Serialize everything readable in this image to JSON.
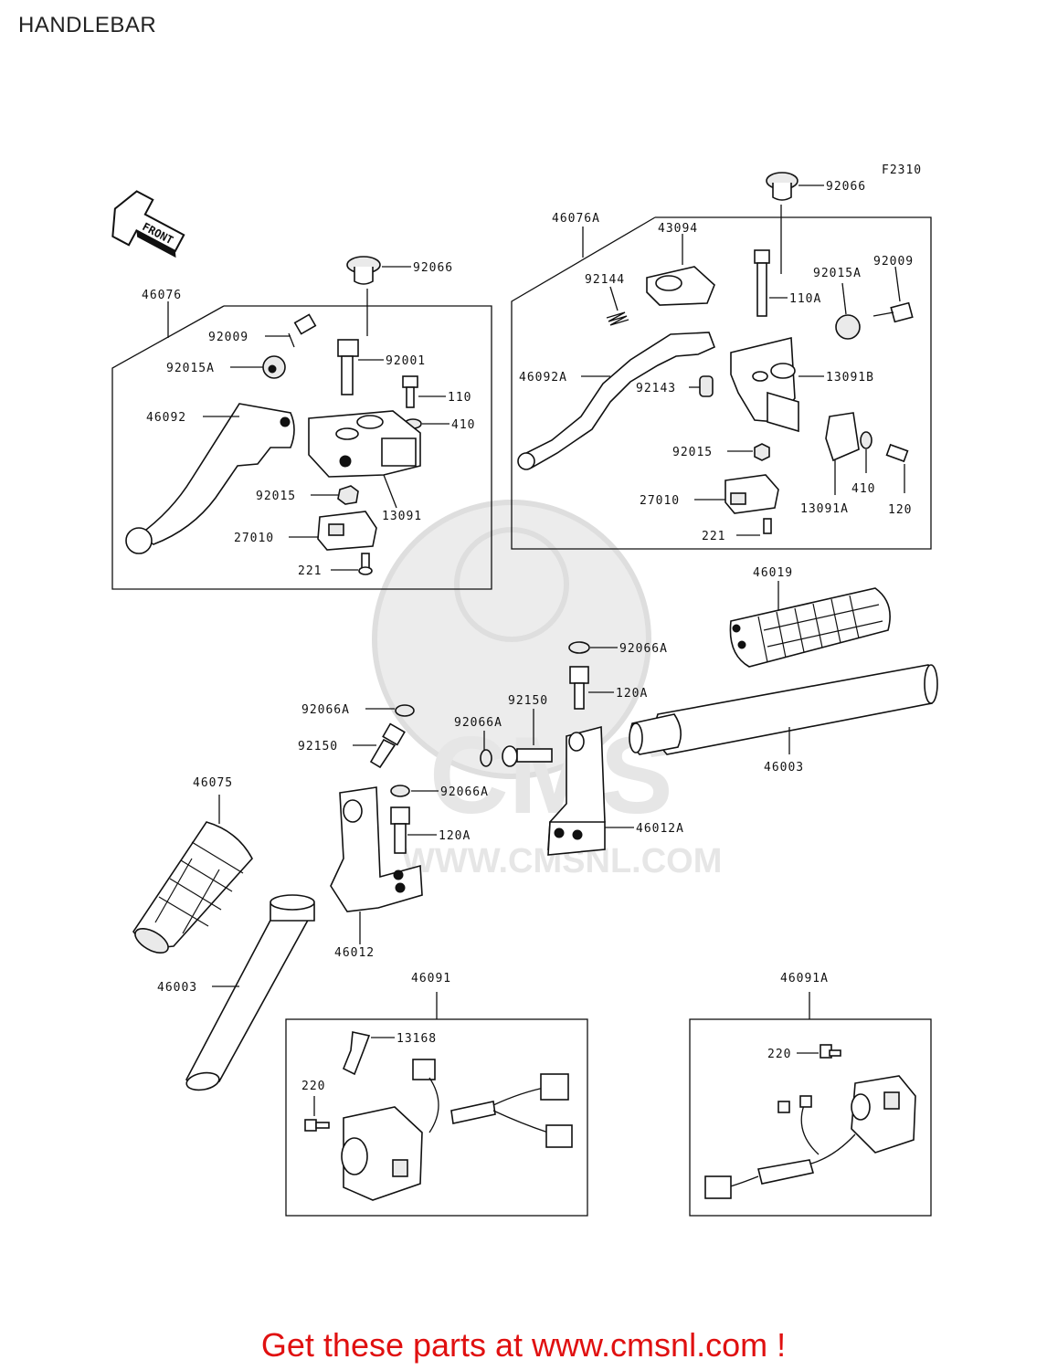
{
  "page": {
    "title": "HANDLEBAR",
    "figure_code": "F2310",
    "footer": "Get these parts at www.cmsnl.com !",
    "watermark_text": "CMS",
    "watermark_url": "WWW.CMSNL.COM",
    "front_label": "FRONT",
    "footer_color": "#e01010"
  },
  "labels": {
    "l46076": "46076",
    "l92066_left": "92066",
    "l92009_left": "92009",
    "l92001": "92001",
    "l92015A_left": "92015A",
    "l110": "110",
    "l410_left": "410",
    "l46092": "46092",
    "l92015_left": "92015",
    "l13091": "13091",
    "l27010_left": "27010",
    "l221_left": "221",
    "l46076A": "46076A",
    "l43094": "43094",
    "l92066_right": "92066",
    "l92144": "92144",
    "l110A": "110A",
    "l92015A_right": "92015A",
    "l92009_right": "92009",
    "l46092A": "46092A",
    "l92143": "92143",
    "l13091B": "13091B",
    "l92015_right": "92015",
    "l13091A": "13091A",
    "l410_right": "410",
    "l120": "120",
    "l27010_right": "27010",
    "l221_right": "221",
    "l46019": "46019",
    "l92066A_a": "92066A",
    "l120A_a": "120A",
    "l92150_a": "92150",
    "l92066A_b": "92066A",
    "l46003_right": "46003",
    "l92066A_c": "92066A",
    "l92150_b": "92150",
    "l92066A_d": "92066A",
    "l46012A": "46012A",
    "l46075": "46075",
    "l120A_b": "120A",
    "l46012": "46012",
    "l46003_left": "46003",
    "l46091": "46091",
    "l13168": "13168",
    "l220_left": "220",
    "l46091A": "46091A",
    "l220_right": "220"
  }
}
